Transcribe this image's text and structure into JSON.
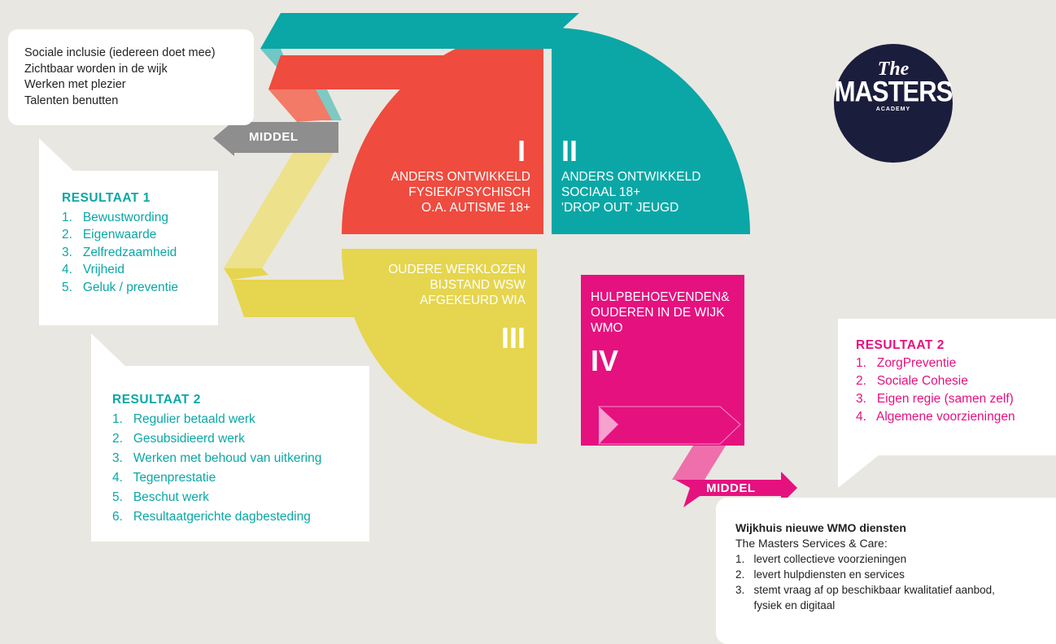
{
  "top_box": {
    "lines": [
      "Sociale inclusie (iedereen doet mee)",
      "Zichtbaar worden in de wijk",
      "Werken met plezier",
      "Talenten benutten"
    ]
  },
  "middel_left": "MIDDEL",
  "middel_right": "MIDDEL",
  "resultaat1": {
    "title": "RESULTAAT 1",
    "items": [
      "1.   Bewustwording",
      "2.   Eigenwaarde",
      "3.   Zelfredzaamheid",
      "4.   Vrijheid",
      "5.   Geluk / preventie"
    ]
  },
  "resultaat2_left": {
    "title": "RESULTAAT 2",
    "items": [
      "1.   Regulier betaald werk",
      "2.   Gesubsidieerd werk",
      "3.   Werken met behoud van uitkering",
      "4.   Tegenprestatie",
      "5.   Beschut werk",
      "6.   Resultaatgerichte dagbesteding"
    ]
  },
  "resultaat2_right": {
    "title": "RESULTAAT 2",
    "items": [
      "1.   ZorgPreventie",
      "2.   Sociale Cohesie",
      "3.   Eigen regie (samen zelf)",
      "4.   Algemene voorzieningen"
    ]
  },
  "quadrants": {
    "q1": {
      "numeral": "I",
      "lines": [
        "ANDERS ONTWIKKELD",
        "FYSIEK/PSYCHISCH",
        "O.A. AUTISME 18+"
      ]
    },
    "q2": {
      "numeral": "II",
      "lines": [
        "ANDERS ONTWIKKELD",
        "SOCIAAL 18+",
        "'DROP OUT' JEUGD"
      ]
    },
    "q3": {
      "numeral": "III",
      "lines": [
        "OUDERE WERKLOZEN",
        "BIJSTAND WSW",
        "AFGEKEURD WIA"
      ]
    },
    "q4": {
      "numeral": "IV",
      "lines": [
        "HULPBEHOEVENDEN&",
        "OUDEREN IN DE WIJK",
        "WMO"
      ]
    }
  },
  "logo": {
    "the": "The",
    "masters": "MASTERS",
    "academy": "ACADEMY"
  },
  "bottom_box": {
    "title": "Wijkhuis nieuwe WMO diensten",
    "subtitle": "The Masters Services & Care:",
    "items": [
      "1.   levert collectieve voorzieningen",
      "2.   levert hulpdiensten en services",
      "3.   stemt vraag af op beschikbaar kwalitatief aanbod,",
      "      fysiek en digitaal"
    ]
  },
  "colors": {
    "red": "#ef4b3f",
    "teal": "#0aa7a6",
    "yellow": "#e6d54e",
    "pink": "#e5117f",
    "navy": "#1b1d3d",
    "grey": "#8e8e8e",
    "background": "#e9e7e1"
  }
}
